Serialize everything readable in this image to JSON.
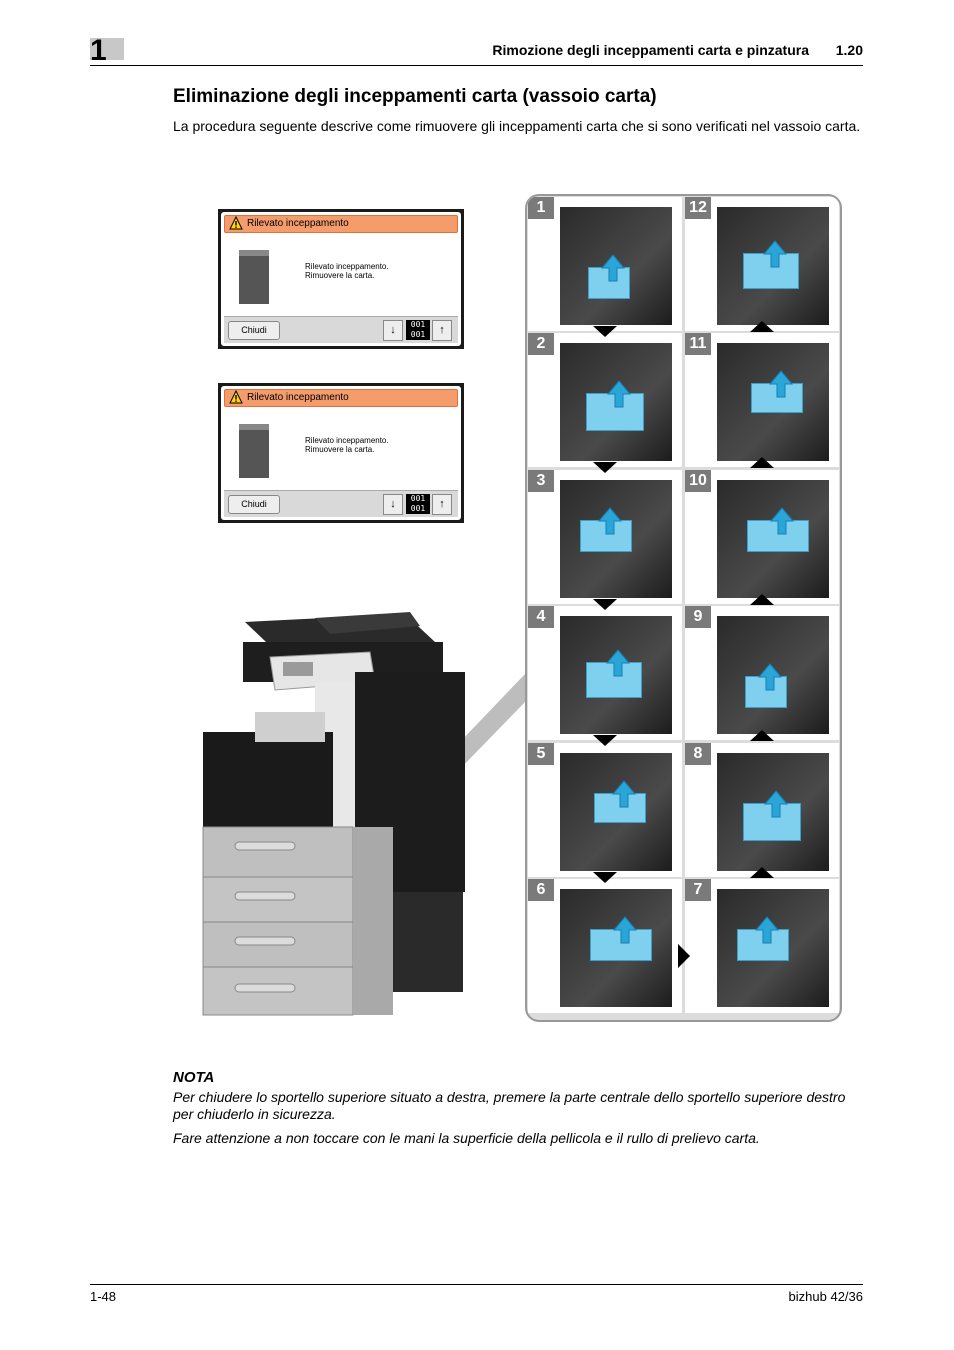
{
  "header": {
    "chapter_number": "1",
    "title": "Rimozione degli inceppamenti carta e pinzatura",
    "section": "1.20"
  },
  "main": {
    "title": "Eliminazione degli inceppamenti carta (vassoio carta)",
    "intro": "La procedura seguente descrive come rimuovere gli inceppamenti carta che si sono verificati nel vassoio carta."
  },
  "screens": [
    {
      "title": "Rilevato inceppamento",
      "message_line1": "Rilevato inceppamento.",
      "message_line2": "Rimuovere la carta.",
      "close_label": "Chiudi",
      "counter_top": "001",
      "counter_bottom": "001"
    },
    {
      "title": "Rilevato inceppamento",
      "message_line1": "Rilevato inceppamento.",
      "message_line2": "Rimuovere la carta.",
      "close_label": "Chiudi",
      "counter_top": "001",
      "counter_bottom": "001"
    }
  ],
  "steps": {
    "left": [
      "1",
      "2",
      "3",
      "4",
      "5",
      "6"
    ],
    "right": [
      "12",
      "11",
      "10",
      "9",
      "8",
      "7"
    ]
  },
  "nota": {
    "label": "NOTA",
    "p1": "Per chiudere lo sportello superiore situato a destra, premere la parte centrale dello sportello superiore destro per chiuderlo in sicurezza.",
    "p2": "Fare attenzione a non toccare con le mani la superficie della pellicola e il rullo di prelievo carta."
  },
  "footer": {
    "page": "1-48",
    "model": "bizhub 42/36"
  },
  "colors": {
    "warning_bar": "#f49c6c",
    "paper_highlight": "#7fd0ef",
    "step_badge": "#7a7a7a"
  }
}
